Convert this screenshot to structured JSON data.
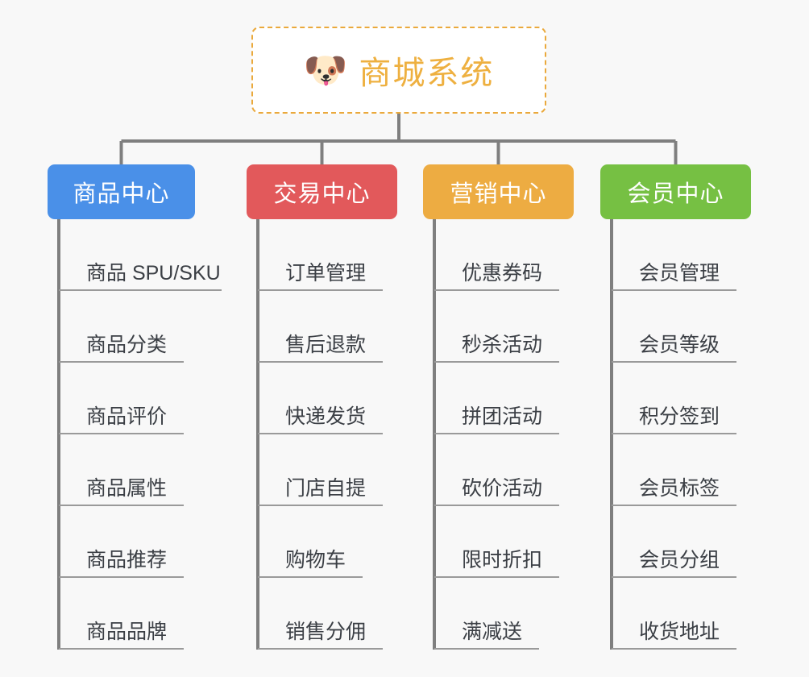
{
  "background_color": "#f8f8f8",
  "root": {
    "title": "商城系统",
    "icon": "dog-face-icon",
    "icon_glyph": "🐶",
    "text_color": "#eeb040",
    "border_color": "#eaa93c"
  },
  "connector_color": "#7f7f7f",
  "columns": [
    {
      "id": "product-center",
      "label": "商品中心",
      "color": "#4a90e8",
      "items": [
        {
          "label": "商品 SPU/SKU"
        },
        {
          "label": "商品分类"
        },
        {
          "label": "商品评价"
        },
        {
          "label": "商品属性"
        },
        {
          "label": "商品推荐"
        },
        {
          "label": "商品品牌"
        }
      ]
    },
    {
      "id": "trade-center",
      "label": "交易中心",
      "color": "#e2595b",
      "items": [
        {
          "label": "订单管理"
        },
        {
          "label": "售后退款"
        },
        {
          "label": "快递发货"
        },
        {
          "label": "门店自提"
        },
        {
          "label": "购物车"
        },
        {
          "label": "销售分佣"
        }
      ]
    },
    {
      "id": "marketing-center",
      "label": "营销中心",
      "color": "#edac42",
      "items": [
        {
          "label": "优惠券码"
        },
        {
          "label": "秒杀活动"
        },
        {
          "label": "拼团活动"
        },
        {
          "label": "砍价活动"
        },
        {
          "label": "限时折扣"
        },
        {
          "label": "满减送"
        }
      ]
    },
    {
      "id": "member-center",
      "label": "会员中心",
      "color": "#76c043",
      "items": [
        {
          "label": "会员管理"
        },
        {
          "label": "会员等级"
        },
        {
          "label": "积分签到"
        },
        {
          "label": "会员标签"
        },
        {
          "label": "会员分组"
        },
        {
          "label": "收货地址"
        }
      ]
    }
  ]
}
